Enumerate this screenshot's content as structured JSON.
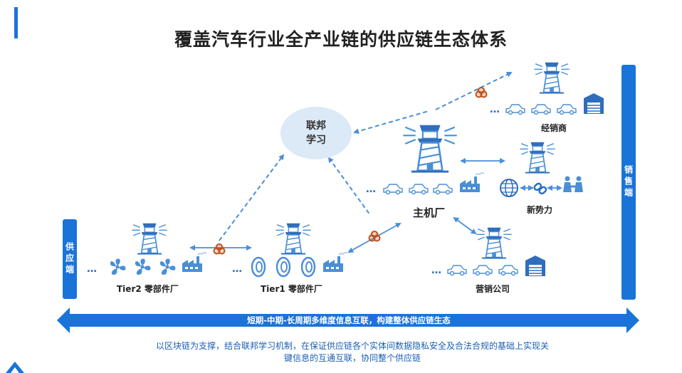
{
  "title": "覆盖汽车行业全产业链的供应链生态体系",
  "left_side_label": "供应端",
  "right_side_label": "销售端",
  "federated_learning": {
    "line1": "联邦",
    "line2": "学习"
  },
  "nodes": {
    "oem": "主机厂",
    "dealer": "经销商",
    "new_forces": "新势力",
    "marketing": "营销公司",
    "tier2": "Tier2 零部件厂",
    "tier1": "Tier1 零部件厂"
  },
  "dots": "…",
  "banner": "短期-中期-长周期多维度信息互联，构建整体供应链生态",
  "footer_line1": "以区块链为支撑，结合联邦学习机制，在保证供应链各个实体间数据隐私安全及合法合规的基础上实现关",
  "footer_line2": "键信息的互通互联，协同整个供应链",
  "colors": {
    "primary": "#1a73d9",
    "icon": "#4a8fd6",
    "dark_icon": "#2f6ebd",
    "blockchain": "#c0501c",
    "circle": "#dce9f6"
  },
  "icons": [
    "lighthouse-icon",
    "car-icon",
    "factory-icon",
    "fan-icon",
    "tire-icon",
    "warehouse-icon",
    "globe-icon",
    "chain-link-icon",
    "handshake-icon",
    "blockchain-node-icon"
  ]
}
